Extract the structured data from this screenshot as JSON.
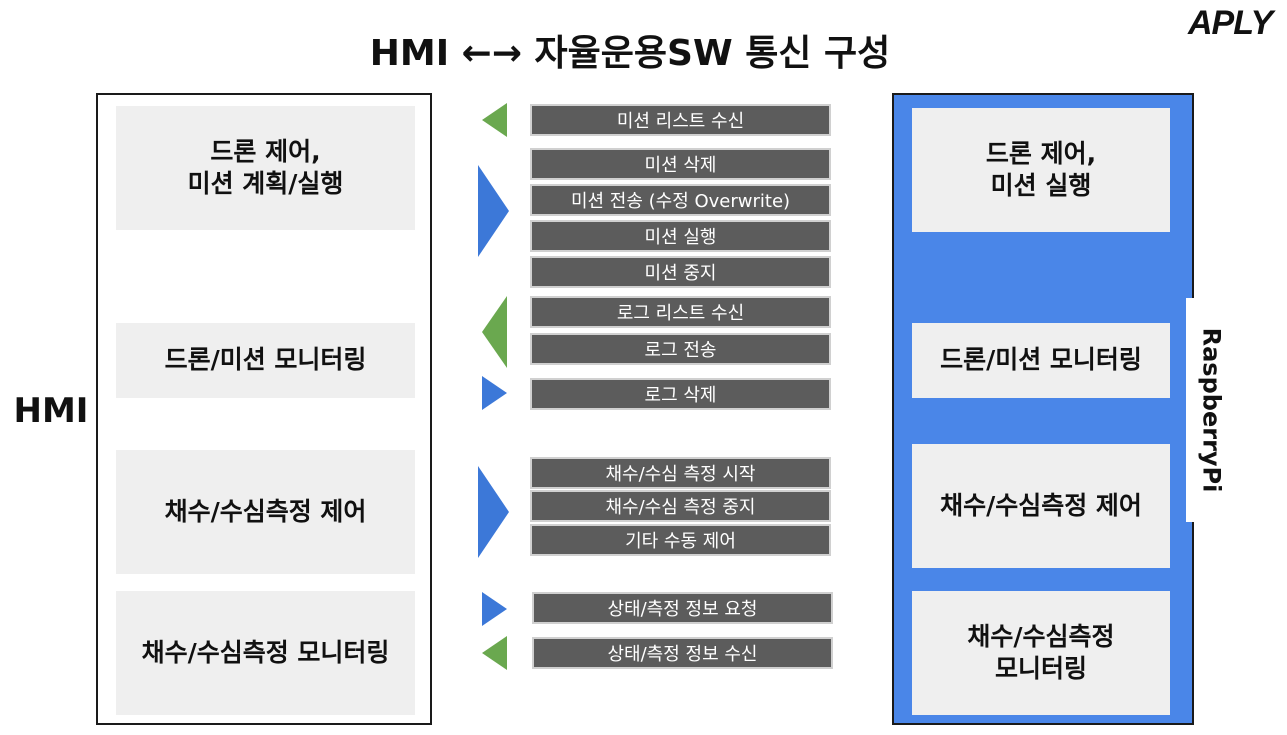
{
  "title": "HMI ←→ 자율운용SW 통신 구성",
  "logo_text": "APLY",
  "colors": {
    "rpi_blue": "#4a86e8",
    "arrow_green": "#6aa84f",
    "arrow_blue": "#3c78d8",
    "message_gray": "#5c5c5c",
    "box_gray": "#efefef"
  },
  "hmi": {
    "label": "HMI",
    "boxes": [
      "드론 제어,\n미션 계획/실행",
      "드론/미션 모니터링",
      "채수/수심측정 제어",
      "채수/수심측정 모니터링"
    ]
  },
  "rpi": {
    "label": "RaspberryPi",
    "boxes": [
      "드론 제어,\n미션 실행",
      "드론/미션 모니터링",
      "채수/수심측정 제어",
      "채수/수심측정\n모니터링"
    ]
  },
  "messages": [
    "미션 리스트 수신",
    "미션 삭제",
    "미션 전송 (수정 Overwrite)",
    "미션 실행",
    "미션 중지",
    "로그 리스트 수신",
    "로그 전송",
    "로그 삭제",
    "채수/수심 측정 시작",
    "채수/수심 측정 중지",
    "기타 수동 제어",
    "상태/측정 정보 요청",
    "상태/측정 정보 수신"
  ],
  "arrows": [
    {
      "direction": "left",
      "color": "green",
      "for": "미션 리스트 수신"
    },
    {
      "direction": "right",
      "color": "blue",
      "for": "미션 삭제 ~ 미션 중지"
    },
    {
      "direction": "left",
      "color": "green",
      "for": "로그 리스트 수신, 로그 전송"
    },
    {
      "direction": "right",
      "color": "blue",
      "for": "로그 삭제"
    },
    {
      "direction": "right",
      "color": "blue",
      "for": "채수/수심 측정 시작 ~ 기타 수동 제어"
    },
    {
      "direction": "right",
      "color": "blue",
      "for": "상태/측정 정보 요청"
    },
    {
      "direction": "left",
      "color": "green",
      "for": "상태/측정 정보 수신"
    }
  ]
}
